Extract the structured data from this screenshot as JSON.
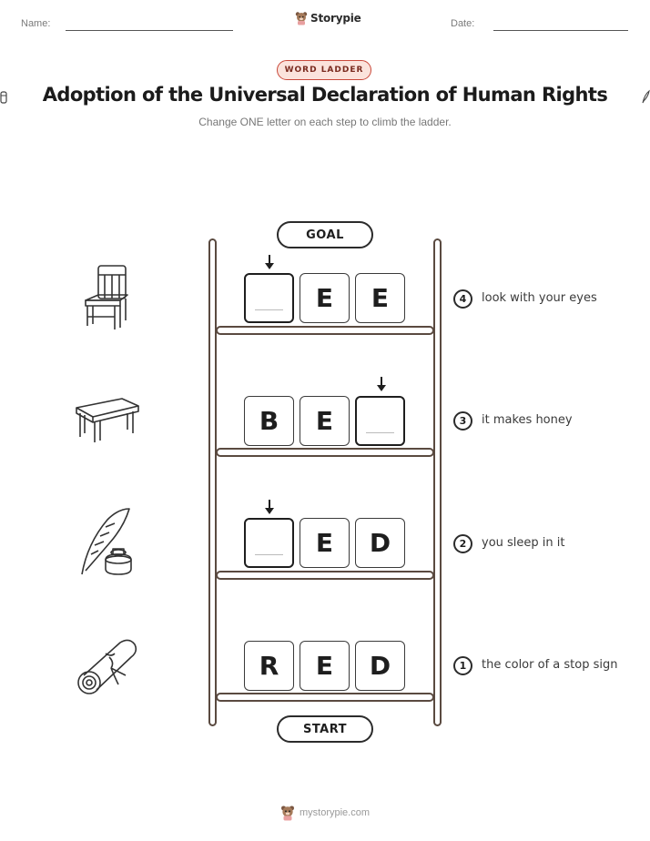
{
  "header": {
    "name_label": "Name:",
    "date_label": "Date:",
    "brand": "Storypie"
  },
  "badge": "WORD LADDER",
  "title": "Adoption of the Universal Declaration of Human Rights",
  "subtitle": "Change ONE letter on each step to climb the ladder.",
  "goal_label": "GOAL",
  "start_label": "START",
  "rungs": [
    {
      "step": "4",
      "clue": "look with your eyes",
      "letters": [
        "",
        "E",
        "E"
      ],
      "picture": "chair-icon"
    },
    {
      "step": "3",
      "clue": "it makes honey",
      "letters": [
        "B",
        "E",
        ""
      ],
      "picture": "table-icon"
    },
    {
      "step": "2",
      "clue": "you sleep in it",
      "letters": [
        "",
        "E",
        "D"
      ],
      "picture": "quill-and-inkwell-icon"
    },
    {
      "step": "1",
      "clue": "the color of a stop sign",
      "letters": [
        "R",
        "E",
        "D"
      ],
      "picture": "scroll-icon"
    }
  ],
  "footer": "mystorypie.com",
  "colors": {
    "badge_border": "#c9483a",
    "badge_fill": "#fbe3dc",
    "ladder": "#5a4a40"
  }
}
